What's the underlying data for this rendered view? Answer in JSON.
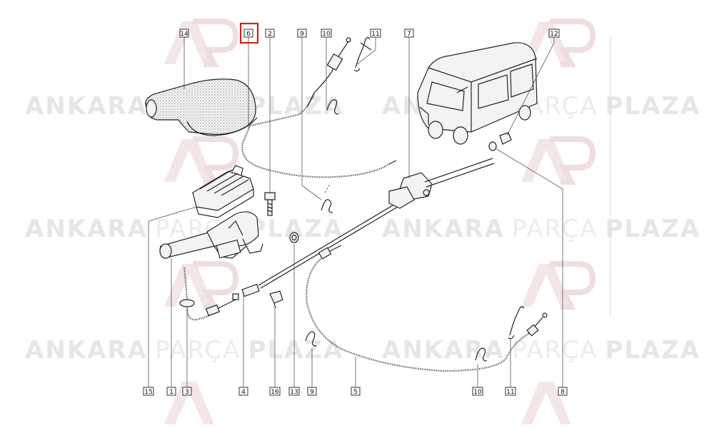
{
  "watermark": {
    "word1": "ANKARA",
    "word2": "PARÇA",
    "word3": "PLAZA",
    "logo_letters": "AP"
  },
  "callouts": {
    "c14": "14",
    "c6": "6",
    "c2": "2",
    "c9_top": "9",
    "c10_top": "10",
    "c11_top": "11",
    "c7": "7",
    "c12": "12",
    "c15": "15",
    "c1": "1",
    "c3": "3",
    "c4": "4",
    "c16": "16",
    "c13": "13",
    "c9_bot": "9",
    "c5": "5",
    "c10_bot": "10",
    "c11_bot": "11",
    "c8": "8"
  },
  "highlight_color": "#d21f1f"
}
